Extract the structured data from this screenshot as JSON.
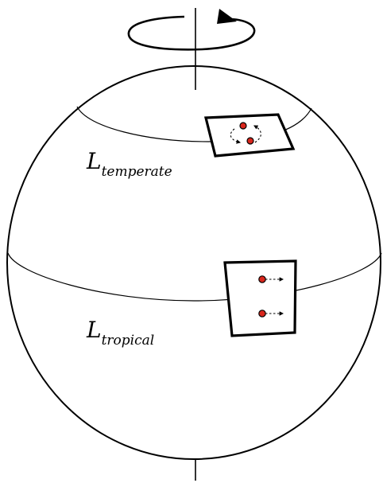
{
  "labels": {
    "temperate": {
      "main": "L",
      "subscript": "temperate"
    },
    "tropical": {
      "main": "L",
      "subscript": "tropical"
    }
  },
  "colors": {
    "stroke": "#000000",
    "dot_fill": "#d9261c",
    "background": "#ffffff"
  },
  "icons": {
    "rotation": "rotation-arrow-icon",
    "circulation": "circular-flow-icon",
    "flow": "dashed-arrow-icon"
  }
}
